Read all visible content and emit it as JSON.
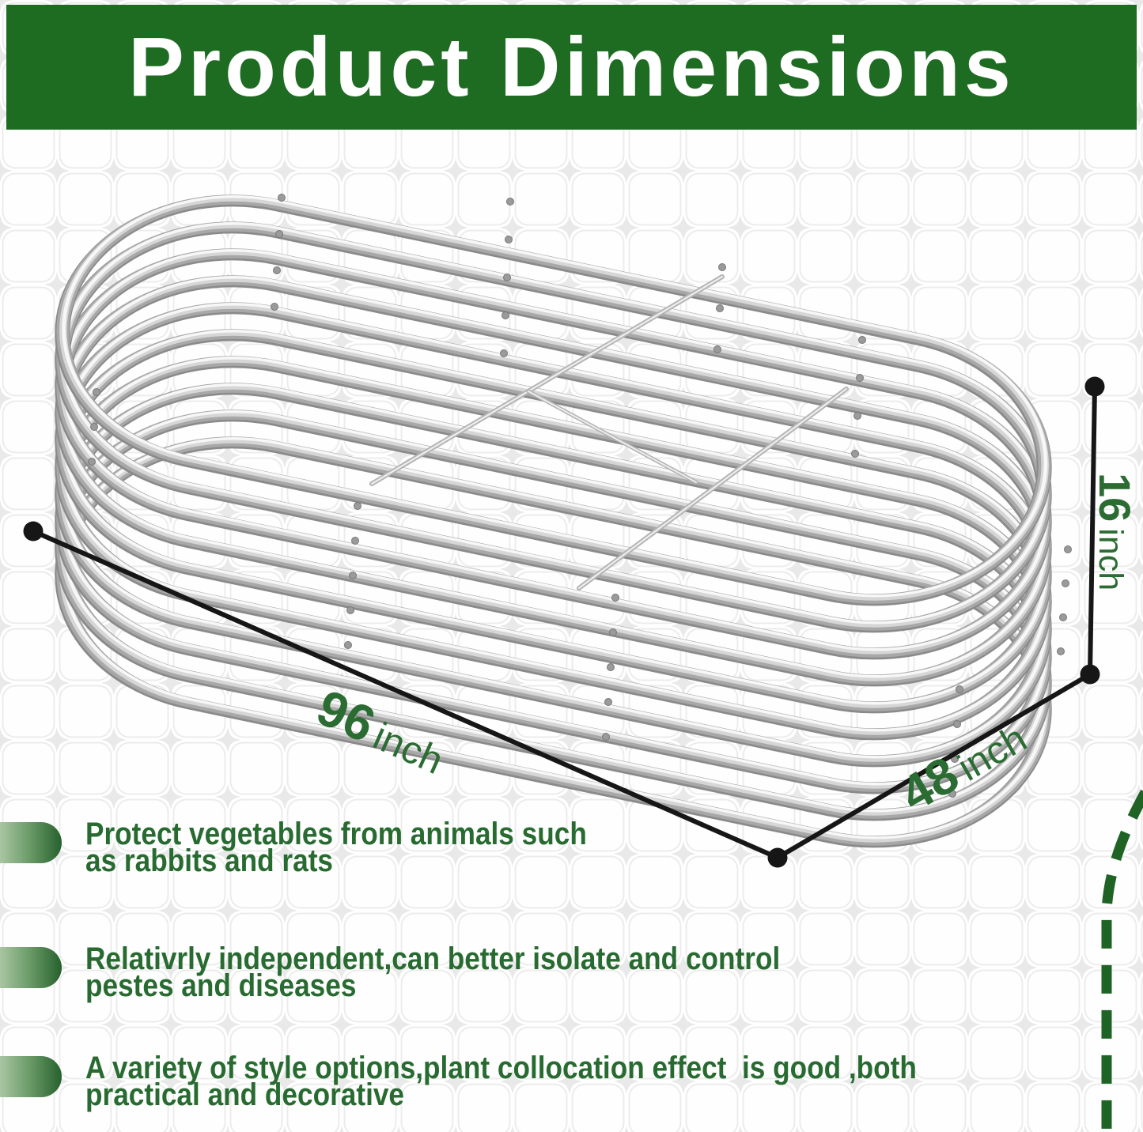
{
  "header": {
    "title": "Product Dimensions"
  },
  "illustration": {
    "name": "galvanized-oval-raised-garden-bed"
  },
  "dimensions": {
    "length": {
      "value": "96",
      "unit": "inch"
    },
    "width": {
      "value": "48",
      "unit": "inch"
    },
    "height": {
      "value": "16",
      "unit": "inch"
    }
  },
  "features": [
    {
      "lines": [
        "Protect vegetables from animals such",
        "as rabbits and rats"
      ]
    },
    {
      "lines": [
        "Relativrly independent,can better isolate and control",
        "pestes and diseases"
      ]
    },
    {
      "lines": [
        "A variety of style options,plant collocation effect  is good ,both",
        "practical and decorative"
      ]
    }
  ],
  "colors": {
    "banner_green": "#1e6b22",
    "text_green": "#2b6c33",
    "dash_green": "#1f6325",
    "dimension_line": "#161616",
    "metal_silver": "#c7c7c7"
  }
}
